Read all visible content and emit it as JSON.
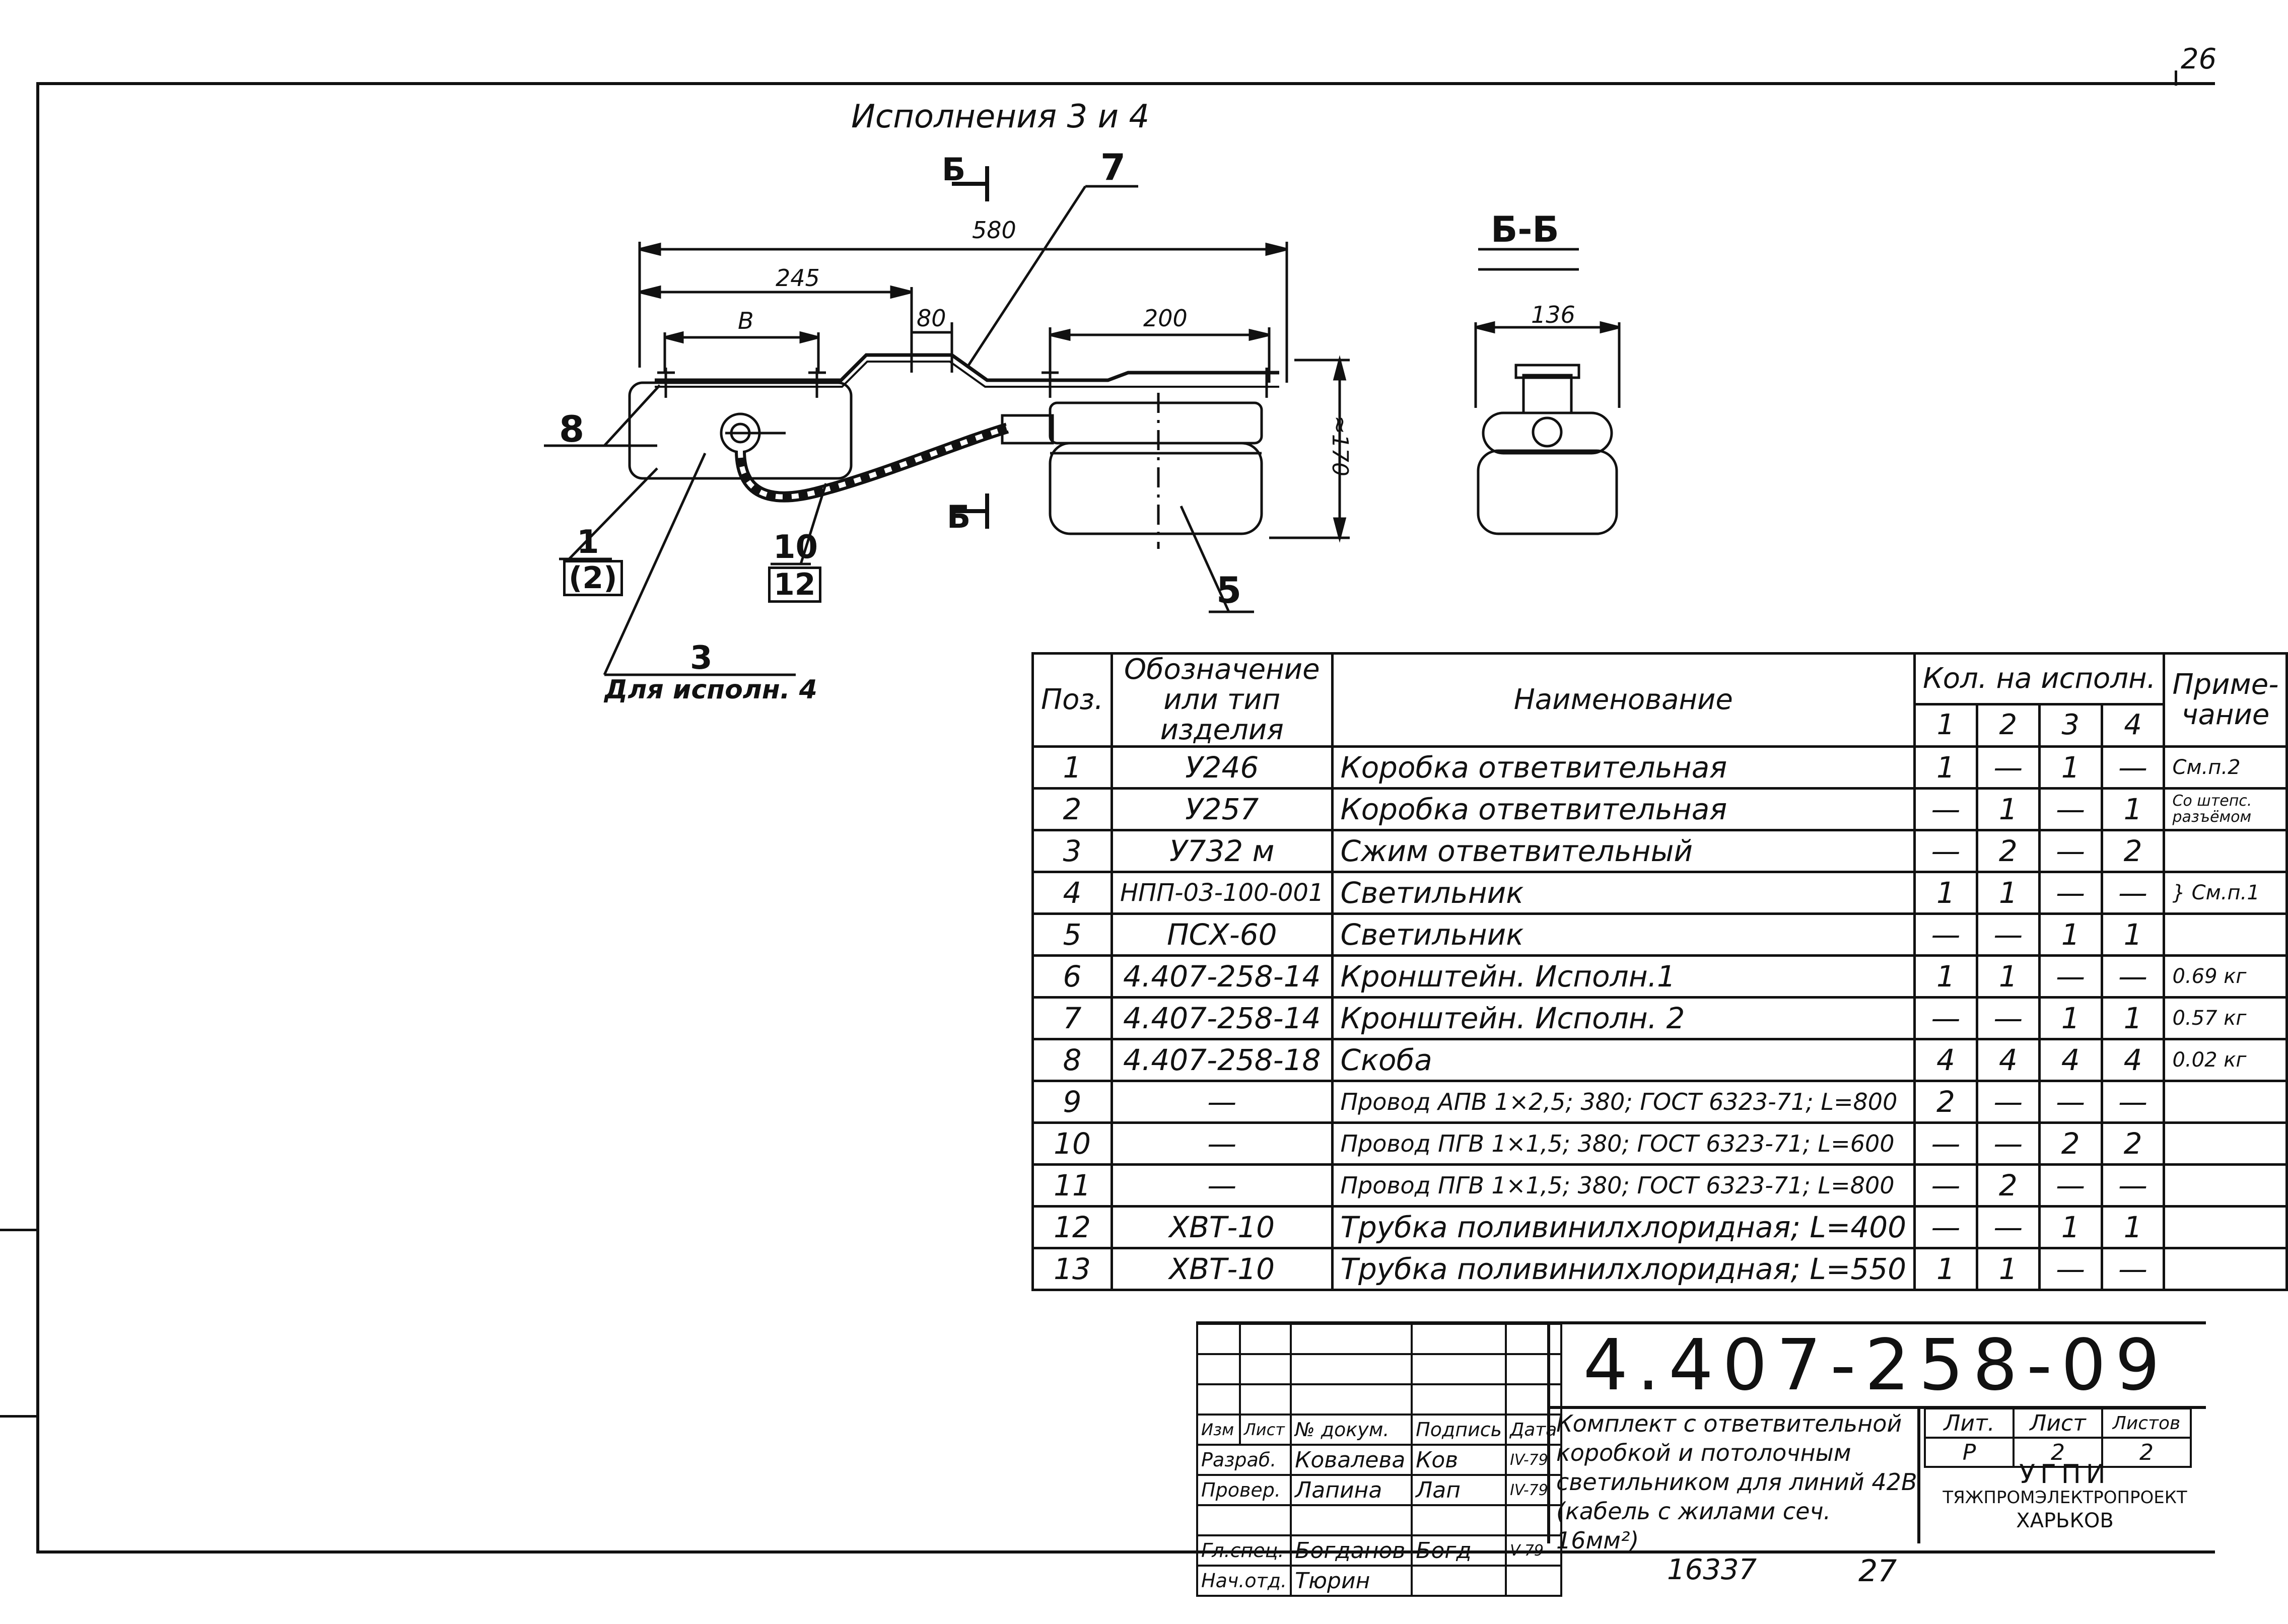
{
  "page_number": "26",
  "view_title": "Исполнения 3 и 4",
  "section_label": "Б-Б",
  "section_marker": "Б",
  "dimensions": {
    "overall": "580",
    "left": "245",
    "b": "B",
    "gap": "80",
    "lamp": "200",
    "height": "≈170",
    "section_width": "136"
  },
  "callouts": {
    "c7": "7",
    "c8": "8",
    "c1": "1",
    "c2": "(2)",
    "c10": "10",
    "c12": "12",
    "c5": "5",
    "c3": "3",
    "c3_note": "Для исполн. 4"
  },
  "spec_table": {
    "headers": {
      "pos": "Поз.",
      "designation": "Обозначение или тип изделия",
      "name": "Наименование",
      "qty": "Кол. на исполн.",
      "note": "Приме-чание",
      "v1": "1",
      "v2": "2",
      "v3": "3",
      "v4": "4"
    },
    "rows": [
      {
        "pos": "1",
        "des": "У246",
        "name": "Коробка ответвительная",
        "q1": "1",
        "q2": "—",
        "q3": "1",
        "q4": "—",
        "note": "См.п.2"
      },
      {
        "pos": "2",
        "des": "У257",
        "name": "Коробка ответвительная",
        "q1": "—",
        "q2": "1",
        "q3": "—",
        "q4": "1",
        "note": "Со штепс. разъёмом"
      },
      {
        "pos": "3",
        "des": "У732 м",
        "name": "Сжим ответвительный",
        "q1": "—",
        "q2": "2",
        "q3": "—",
        "q4": "2",
        "note": ""
      },
      {
        "pos": "4",
        "des": "НПП-03-100-001",
        "name": "Светильник",
        "q1": "1",
        "q2": "1",
        "q3": "—",
        "q4": "—",
        "note": "} См.п.1"
      },
      {
        "pos": "5",
        "des": "ПСХ-60",
        "name": "Светильник",
        "q1": "—",
        "q2": "—",
        "q3": "1",
        "q4": "1",
        "note": ""
      },
      {
        "pos": "6",
        "des": "4.407-258-14",
        "name": "Кронштейн. Исполн.1",
        "q1": "1",
        "q2": "1",
        "q3": "—",
        "q4": "—",
        "note": "0.69 кг"
      },
      {
        "pos": "7",
        "des": "4.407-258-14",
        "name": "Кронштейн. Исполн. 2",
        "q1": "—",
        "q2": "—",
        "q3": "1",
        "q4": "1",
        "note": "0.57 кг"
      },
      {
        "pos": "8",
        "des": "4.407-258-18",
        "name": "Скоба",
        "q1": "4",
        "q2": "4",
        "q3": "4",
        "q4": "4",
        "note": "0.02 кг"
      },
      {
        "pos": "9",
        "des": "—",
        "name": "Провод АПВ 1×2,5; 380; ГОСТ 6323-71; L=800",
        "q1": "2",
        "q2": "—",
        "q3": "—",
        "q4": "—",
        "note": ""
      },
      {
        "pos": "10",
        "des": "—",
        "name": "Провод ПГВ 1×1,5; 380; ГОСТ 6323-71; L=600",
        "q1": "—",
        "q2": "—",
        "q3": "2",
        "q4": "2",
        "note": ""
      },
      {
        "pos": "11",
        "des": "—",
        "name": "Провод ПГВ 1×1,5; 380; ГОСТ 6323-71; L=800",
        "q1": "—",
        "q2": "2",
        "q3": "—",
        "q4": "—",
        "note": ""
      },
      {
        "pos": "12",
        "des": "ХВТ-10",
        "name": "Трубка поливинилхлоридная; L=400",
        "q1": "—",
        "q2": "—",
        "q3": "1",
        "q4": "1",
        "note": ""
      },
      {
        "pos": "13",
        "des": "ХВТ-10",
        "name": "Трубка поливинилхлоридная; L=550",
        "q1": "1",
        "q2": "1",
        "q3": "—",
        "q4": "—",
        "note": ""
      }
    ]
  },
  "title_block": {
    "doc_number": "4.407-258-09",
    "hdr": {
      "izm": "Изм",
      "list": "Лист",
      "ndoc": "№ докум.",
      "sign": "Подпись",
      "date": "Дата"
    },
    "people": [
      {
        "role": "Разраб.",
        "name": "Ковалева",
        "sign": "Ков",
        "date": "IV-79"
      },
      {
        "role": "Провер.",
        "name": "Лапина",
        "sign": "Лап",
        "date": "IV-79"
      },
      {
        "role": "Гл.спец.",
        "name": "Богданов",
        "sign": "Богд",
        "date": "V-79"
      },
      {
        "role": "Нач.отд.",
        "name": "Тюрин",
        "sign": "",
        "date": ""
      }
    ],
    "description": "Комплект с ответвительной коробкой и потолочным светильником для линий 42В (кабель с жилами сеч. 16мм²)",
    "lit_label": "Лит.",
    "sheet_label": "Лист",
    "sheets_label": "Листов",
    "lit": "Р",
    "sheet": "2",
    "sheets": "2",
    "org_line1": "УГПИ",
    "org_line2": "ТЯЖПРОМЭЛЕКТРОПРОЕКТ",
    "org_line3": "ХАРЬКОВ"
  },
  "footer": {
    "inv": "16337",
    "page": "27"
  }
}
